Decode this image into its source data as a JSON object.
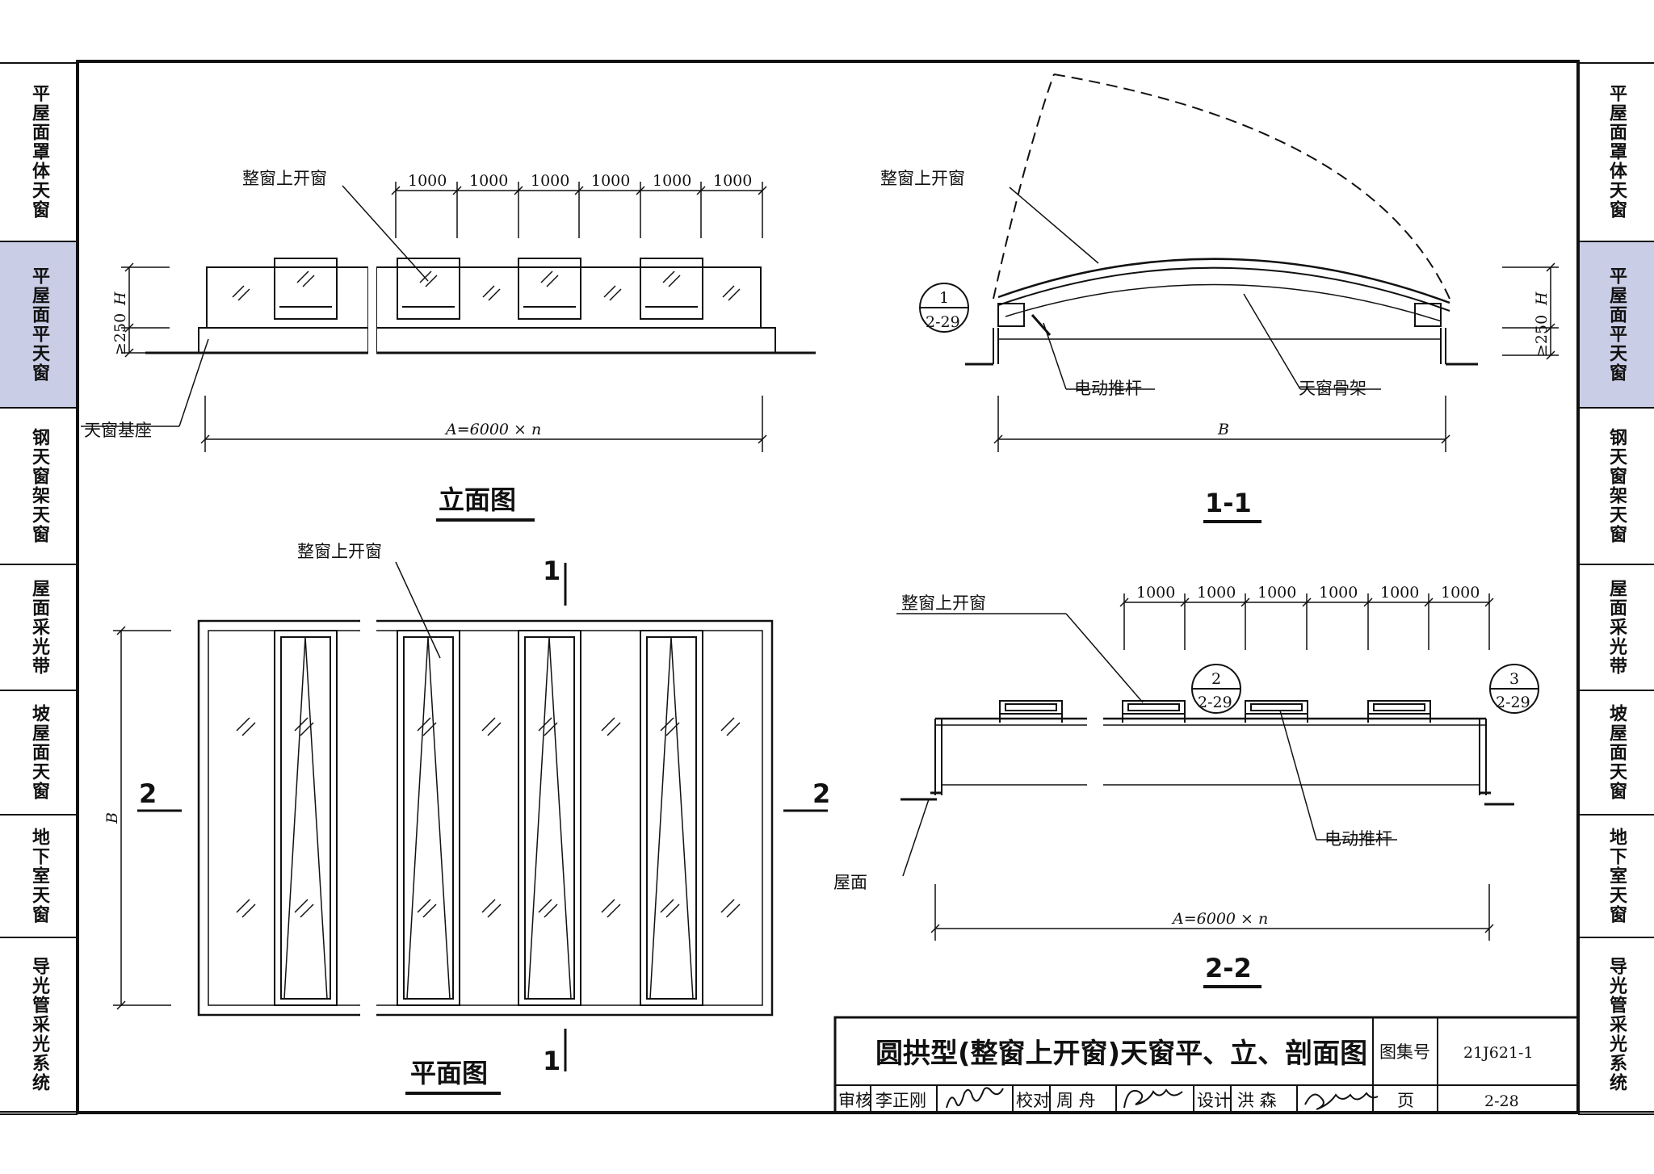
{
  "side_nav": {
    "items": [
      {
        "label": "平屋面罩体天窗",
        "active": false
      },
      {
        "label": "平屋面平天窗",
        "active": true
      },
      {
        "label": "钢天窗架天窗",
        "active": false
      },
      {
        "label": "屋面采光带",
        "active": false
      },
      {
        "label": "坡屋面天窗",
        "active": false
      },
      {
        "label": "地下室天窗",
        "active": false
      },
      {
        "label": "导光管采光系统",
        "active": false
      }
    ]
  },
  "elevation": {
    "title": "立面图",
    "label_window": "整窗上开窗",
    "label_base": "天窗基座",
    "dims": [
      "1000",
      "1000",
      "1000",
      "1000",
      "1000",
      "1000"
    ],
    "dim_h": "H",
    "dim_250": "≥250",
    "dim_a": "A=6000 × n"
  },
  "section_1_1": {
    "title": "1-1",
    "label_window": "整窗上开窗",
    "label_actuator": "电动推杆",
    "label_frame": "天窗骨架",
    "ref_num": "1",
    "ref_page": "2-29",
    "dim_b": "B",
    "dim_h": "H",
    "dim_250": "≥250"
  },
  "plan": {
    "title": "平面图",
    "label_window": "整窗上开窗",
    "cut_1": "1",
    "cut_2": "2",
    "dim_b": "B"
  },
  "section_2_2": {
    "title": "2-2",
    "label_window": "整窗上开窗",
    "label_actuator": "电动推杆",
    "label_roof": "屋面",
    "dims": [
      "1000",
      "1000",
      "1000",
      "1000",
      "1000",
      "1000"
    ],
    "ref2_num": "2",
    "ref2_page": "2-29",
    "ref3_num": "3",
    "ref3_page": "2-29",
    "dim_a": "A=6000 × n"
  },
  "title_block": {
    "title": "圆拱型(整窗上开窗)天窗平、立、剖面图",
    "atlas_label": "图集号",
    "atlas_no": "21J621-1",
    "review_label": "审核",
    "reviewer": "李正刚",
    "check_label": "校对",
    "checker": "周 舟",
    "design_label": "设计",
    "designer": "洪 森",
    "page_label": "页",
    "page_no": "2-28"
  }
}
